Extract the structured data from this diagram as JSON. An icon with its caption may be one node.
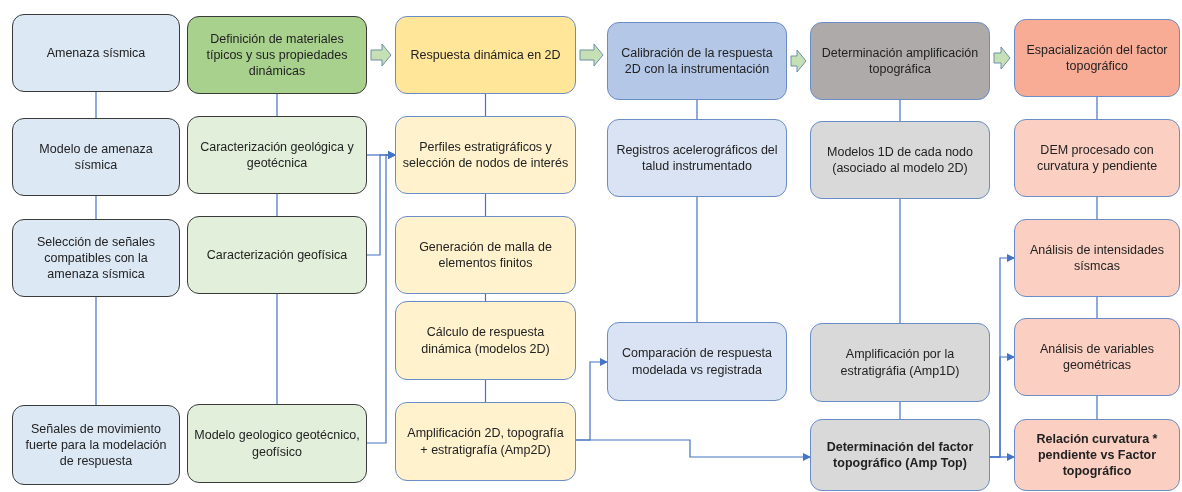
{
  "diagram": {
    "nodes": [
      {
        "text": [
          "Amenaza sísmica"
        ]
      },
      {
        "text": [
          "Modelo de amenaza sísmica"
        ]
      },
      {
        "text": [
          "Selección de señales compatibles con la amenaza sísmica"
        ]
      },
      {
        "text": [
          "Señales de movimiento fuerte para la modelación de respuesta"
        ]
      },
      {
        "text": [
          "Definición de materiales típicos y sus propiedades dinámicas"
        ]
      },
      {
        "text": [
          "Caracterización geológica y geotécnica"
        ]
      },
      {
        "text": [
          "Caracterización geofísica"
        ]
      },
      {
        "text": [
          "Modelo geologico geotécnico, geofísico"
        ]
      },
      {
        "text": [
          "Respuesta dinámica en 2D"
        ]
      },
      {
        "text": [
          "Perfiles estratigráficos y selección de nodos de interés"
        ]
      },
      {
        "text": [
          "Generación de malla de elementos finitos"
        ]
      },
      {
        "text": [
          "Cálculo de respuesta dinámica (modelos 2D)"
        ]
      },
      {
        "text": [
          "Amplificación 2D, topografía + estratigrafía (Amp2D)"
        ]
      },
      {
        "text": [
          "Calibración de la respuesta 2D con la instrumentación"
        ]
      },
      {
        "text": [
          "Registros acelerográficos del talud instrumentado"
        ]
      },
      {
        "text": [
          "Comparación de respuesta modelada vs registrada"
        ]
      },
      {
        "text": [
          "Determinación amplificación topográfica"
        ]
      },
      {
        "text": [
          "Modelos 1D de cada nodo (asociado al modelo 2D)"
        ]
      },
      {
        "text": [
          "Amplificación por la estratigráfia (Amp1D)"
        ]
      },
      {
        "text": [
          "Determinación del factor topográfico (Amp Top)"
        ]
      },
      {
        "text": [
          "Espacialización del factor topográfico"
        ]
      },
      {
        "text": [
          "DEM procesado con curvatura y pendiente"
        ]
      },
      {
        "text": [
          "Análisis de intensidades sísmcas"
        ]
      },
      {
        "text": [
          "Análisis de variables geométricas"
        ]
      },
      {
        "text": [
          "Relación curvatura * pendiente vs Factor topográfico"
        ]
      }
    ],
    "edges": [
      {
        "from": 0,
        "to": 1,
        "arrow": "none"
      },
      {
        "from": 1,
        "to": 2,
        "arrow": "none"
      },
      {
        "from": 2,
        "to": 3,
        "arrow": "none"
      },
      {
        "from": 4,
        "to": 5,
        "arrow": "none"
      },
      {
        "from": 5,
        "to": 6,
        "arrow": "none"
      },
      {
        "from": 6,
        "to": 7,
        "arrow": "none"
      },
      {
        "from": 8,
        "to": 9,
        "arrow": "none"
      },
      {
        "from": 9,
        "to": 10,
        "arrow": "none"
      },
      {
        "from": 10,
        "to": 11,
        "arrow": "none"
      },
      {
        "from": 11,
        "to": 12,
        "arrow": "none"
      },
      {
        "from": 13,
        "to": 14,
        "arrow": "none"
      },
      {
        "from": 14,
        "to": 15,
        "arrow": "none"
      },
      {
        "from": 16,
        "to": 17,
        "arrow": "none"
      },
      {
        "from": 17,
        "to": 18,
        "arrow": "none"
      },
      {
        "from": 18,
        "to": 19,
        "arrow": "none"
      },
      {
        "from": 20,
        "to": 21,
        "arrow": "none"
      },
      {
        "from": 21,
        "to": 22,
        "arrow": "none"
      },
      {
        "from": 22,
        "to": 23,
        "arrow": "none"
      },
      {
        "from": 23,
        "to": 24,
        "arrow": "none"
      },
      {
        "from": 4,
        "to": 8,
        "arrow": "to",
        "style": "thick",
        "color": "#c5e0b4"
      },
      {
        "from": 8,
        "to": 13,
        "arrow": "to",
        "style": "thick",
        "color": "#c5e0b4"
      },
      {
        "from": 13,
        "to": 16,
        "arrow": "to",
        "style": "thick",
        "color": "#c5e0b4"
      },
      {
        "from": 16,
        "to": 20,
        "arrow": "to",
        "style": "thick",
        "color": "#c5e0b4"
      },
      {
        "from": 5,
        "to": 9,
        "arrow": "to"
      },
      {
        "from": 6,
        "to": 9,
        "arrow": "to"
      },
      {
        "from": 7,
        "to": 9,
        "arrow": "to"
      },
      {
        "from": 12,
        "to": 15,
        "arrow": "to"
      },
      {
        "from": 12,
        "to": 19,
        "arrow": "to"
      },
      {
        "from": 19,
        "to": 22,
        "arrow": "to"
      },
      {
        "from": 19,
        "to": 23,
        "arrow": "to"
      },
      {
        "from": 19,
        "to": 24,
        "arrow": "to"
      }
    ]
  }
}
